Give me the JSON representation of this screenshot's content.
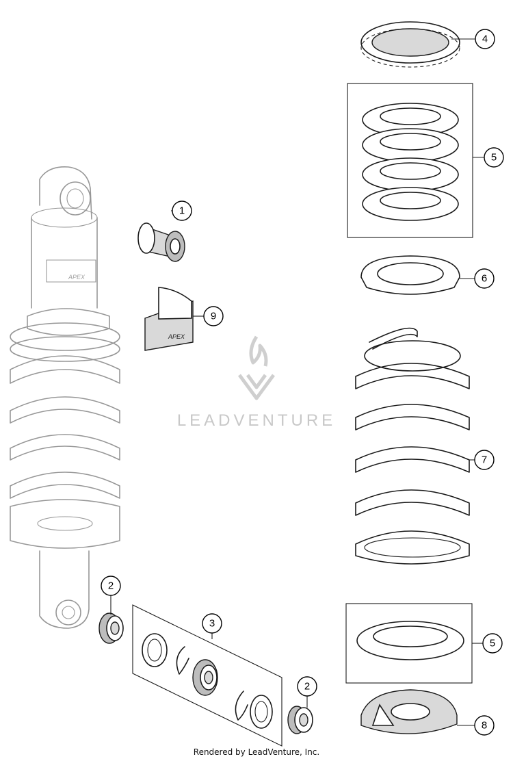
{
  "callouts": [
    {
      "label": "1"
    },
    {
      "label": "2"
    },
    {
      "label": "2"
    },
    {
      "label": "3"
    },
    {
      "label": "4"
    },
    {
      "label": "5"
    },
    {
      "label": "5"
    },
    {
      "label": "6"
    },
    {
      "label": "7"
    },
    {
      "label": "8"
    },
    {
      "label": "9"
    }
  ],
  "watermark": {
    "text": "LEADVENTURE",
    "icon": "leadventure-flame-logo"
  },
  "brand_marks": {
    "shock_body": "APEX",
    "sticker": "APEX"
  },
  "footer": {
    "text": "Rendered by LeadVenture, Inc."
  },
  "colors": {
    "line": "#1a1a1a",
    "watermark": "#c8c8c8",
    "fill_gray": "#d9d9d9"
  }
}
